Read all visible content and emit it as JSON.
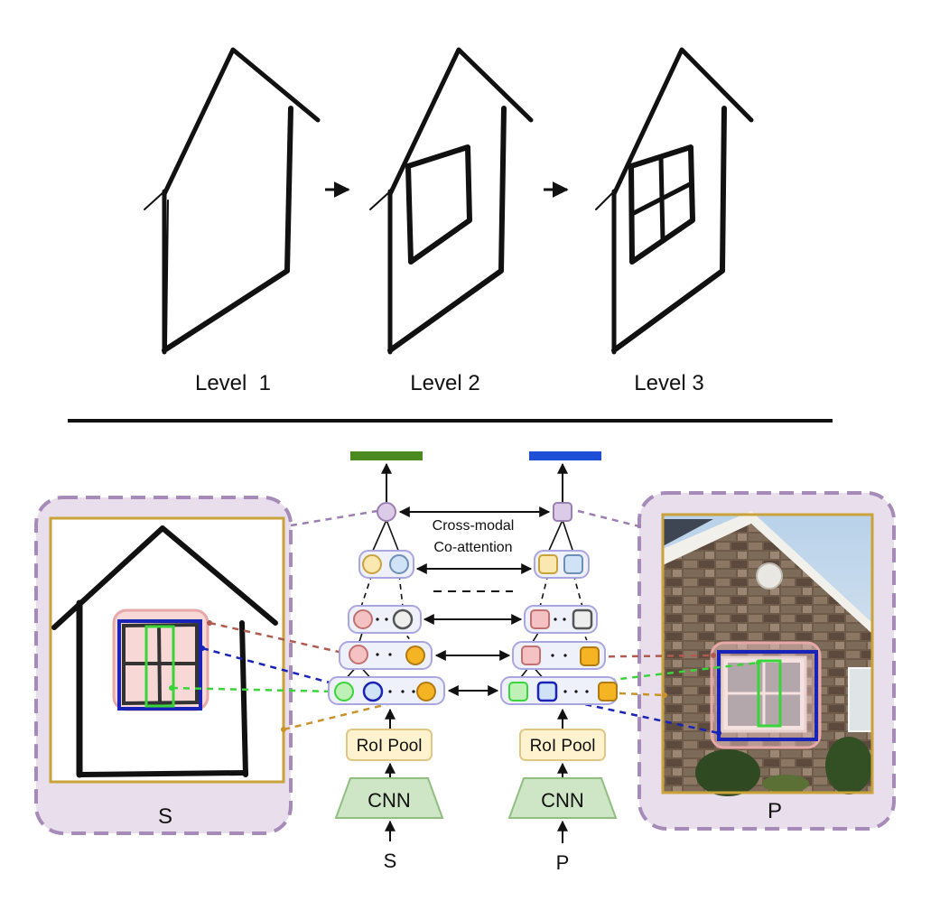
{
  "levels": [
    {
      "label": "Level  1"
    },
    {
      "label": "Level 2"
    },
    {
      "label": "Level 3"
    }
  ],
  "cross_modal": {
    "line1": "Cross-modal",
    "line2": "Co-attention"
  },
  "sketch_branch": {
    "roi_label": "RoI Pool",
    "cnn_label": "CNN",
    "input_label": "S",
    "panel_caption": "S",
    "output_color": "#4a8a1e"
  },
  "photo_branch": {
    "roi_label": "RoI Pool",
    "cnn_label": "CNN",
    "input_label": "P",
    "panel_caption": "P",
    "output_color": "#1f4fd6"
  },
  "colors": {
    "panel_fill": "#e8deec",
    "panel_border": "#a68bb8",
    "gold": "#c9a23a",
    "node_red": "#f4c2c2",
    "node_yellow": "#fbe8b0",
    "node_blue": "#cfe2f6",
    "node_orange": "#f5b423",
    "node_green": "#bff0b6",
    "node_purple": "#dccbe8",
    "box_fill": "#fff3cf",
    "cnn_fill": "#cfe6c6",
    "layer_fill": "#eef0fa",
    "layer_stroke": "#a9a6e0"
  }
}
